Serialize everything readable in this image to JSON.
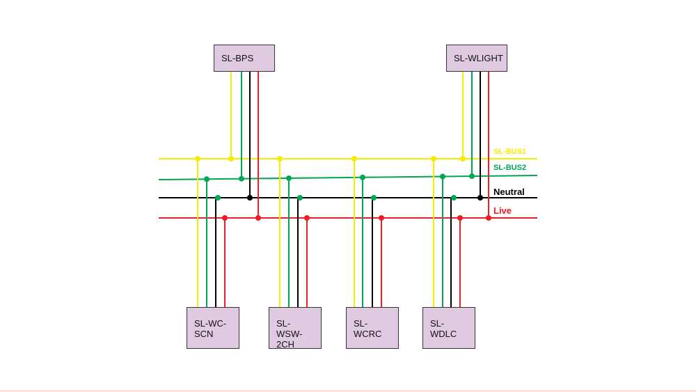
{
  "colors": {
    "bus1": "#f7ec00",
    "bus2": "#00a651",
    "neutral": "#000000",
    "live": "#ee1c24",
    "box": "#dfcae2"
  },
  "buses": {
    "bus1": "SL-BUS1",
    "bus2": "SL-BUS2",
    "neutral": "Neutral",
    "live": "Live"
  },
  "top_devices": [
    "SL-BPS",
    "SL-WLIGHT"
  ],
  "bottom_devices": [
    {
      "lines": [
        "SL-WC-",
        "SCN"
      ]
    },
    {
      "lines": [
        "SL-",
        "WSW-",
        "2CH"
      ]
    },
    {
      "lines": [
        "SL-",
        "WCRC"
      ]
    },
    {
      "lines": [
        "SL-",
        "WDLC"
      ]
    }
  ]
}
